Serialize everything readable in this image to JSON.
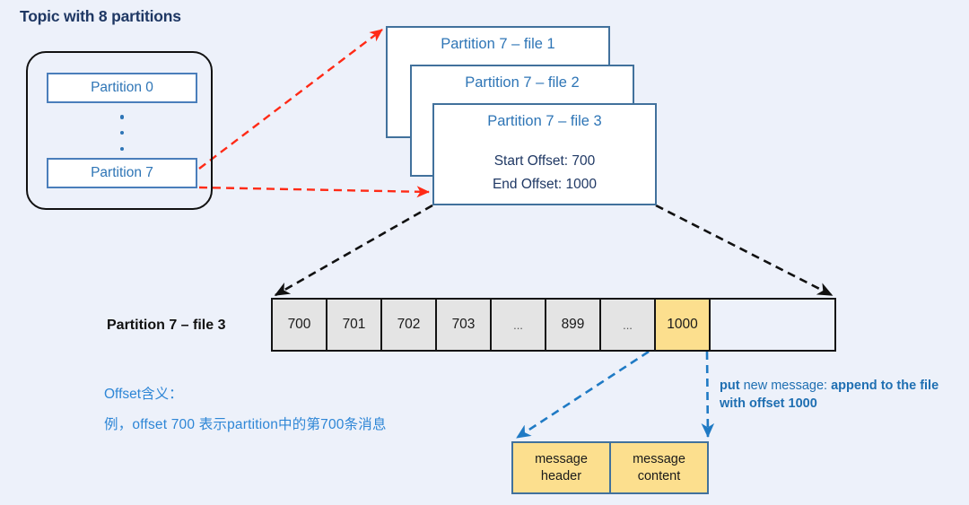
{
  "background_color": "#edf1fa",
  "title": "Topic with 8 partitions",
  "topic": {
    "partitions": [
      {
        "label": "Partition 0"
      },
      {
        "label": "Partition 7"
      }
    ],
    "ellipsis_hint": "more partitions"
  },
  "file_cards": [
    {
      "title": "Partition 7 – file 1"
    },
    {
      "title": "Partition 7 – file 2"
    },
    {
      "title": "Partition 7 – file 3",
      "start_offset": "Start  Offset: 700",
      "end_offset": "End  Offset: 1000"
    }
  ],
  "segment": {
    "label": "Partition 7 – file 3",
    "cells": [
      {
        "text": "700",
        "kind": "offset"
      },
      {
        "text": "701",
        "kind": "offset"
      },
      {
        "text": "702",
        "kind": "offset"
      },
      {
        "text": "703",
        "kind": "offset"
      },
      {
        "text": "...",
        "kind": "ellipsis"
      },
      {
        "text": "899",
        "kind": "offset"
      },
      {
        "text": "...",
        "kind": "ellipsis"
      },
      {
        "text": "1000",
        "kind": "highlight"
      }
    ],
    "free_space_label": ""
  },
  "offset_note": {
    "line1": "Offset含义：",
    "line2": "例，offset 700 表示partition中的第700条消息"
  },
  "put_caption": {
    "bold1": "put",
    "normal1": " new message: ",
    "bold2": "append to the file with offset 1000"
  },
  "message_struct": {
    "header": {
      "line1": "message",
      "line2": "header"
    },
    "content": {
      "line1": "message",
      "line2": "content"
    }
  },
  "colors": {
    "title_navy": "#1f3864",
    "partition_blue": "#2e75b6",
    "card_border": "#41719c",
    "red_arrow": "#ff2a16",
    "black_arrow": "#111111",
    "blue_arrow": "#1f7ac4",
    "highlight_amber": "#fcdf8e",
    "cell_gray": "#e4e4e4"
  }
}
